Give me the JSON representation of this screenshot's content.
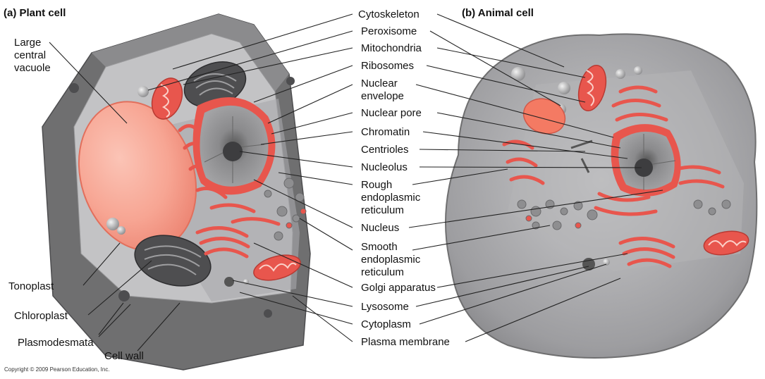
{
  "panels": {
    "plant_title": "(a) Plant cell",
    "animal_title": "(b) Animal cell"
  },
  "plant_labels": {
    "vacuole_1": "Large",
    "vacuole_2": "central",
    "vacuole_3": "vacuole",
    "tonoplast": "Tonoplast",
    "chloroplast": "Chloroplast",
    "plasmodesmata": "Plasmodesmata",
    "cell_wall": "Cell wall"
  },
  "center_labels": {
    "cytoskeleton": "Cytoskeleton",
    "peroxisome": "Peroxisome",
    "mitochondria": "Mitochondria",
    "ribosomes": "Ribosomes",
    "nuclear_envelope_1": "Nuclear",
    "nuclear_envelope_2": "envelope",
    "nuclear_pore": "Nuclear pore",
    "chromatin": "Chromatin",
    "centrioles": "Centrioles",
    "nucleolus": "Nucleolus",
    "rough_er_1": "Rough",
    "rough_er_2": "endoplasmic",
    "rough_er_3": "reticulum",
    "nucleus": "Nucleus",
    "smooth_er_1": "Smooth",
    "smooth_er_2": "endoplasmic",
    "smooth_er_3": "reticulum",
    "golgi": "Golgi apparatus",
    "lysosome": "Lysosome",
    "cytoplasm": "Cytoplasm",
    "plasma_membrane": "Plasma membrane"
  },
  "copyright": "Copyright © 2009 Pearson Education, Inc.",
  "colors": {
    "organelle_red": "#e8564d",
    "organelle_pink": "#f6a99a",
    "wall_dark": "#6f6f70",
    "cytoplasm_gray": "#bdbdbf",
    "nucleus_dark": "#7a7a7c",
    "leader_line": "#222222"
  }
}
